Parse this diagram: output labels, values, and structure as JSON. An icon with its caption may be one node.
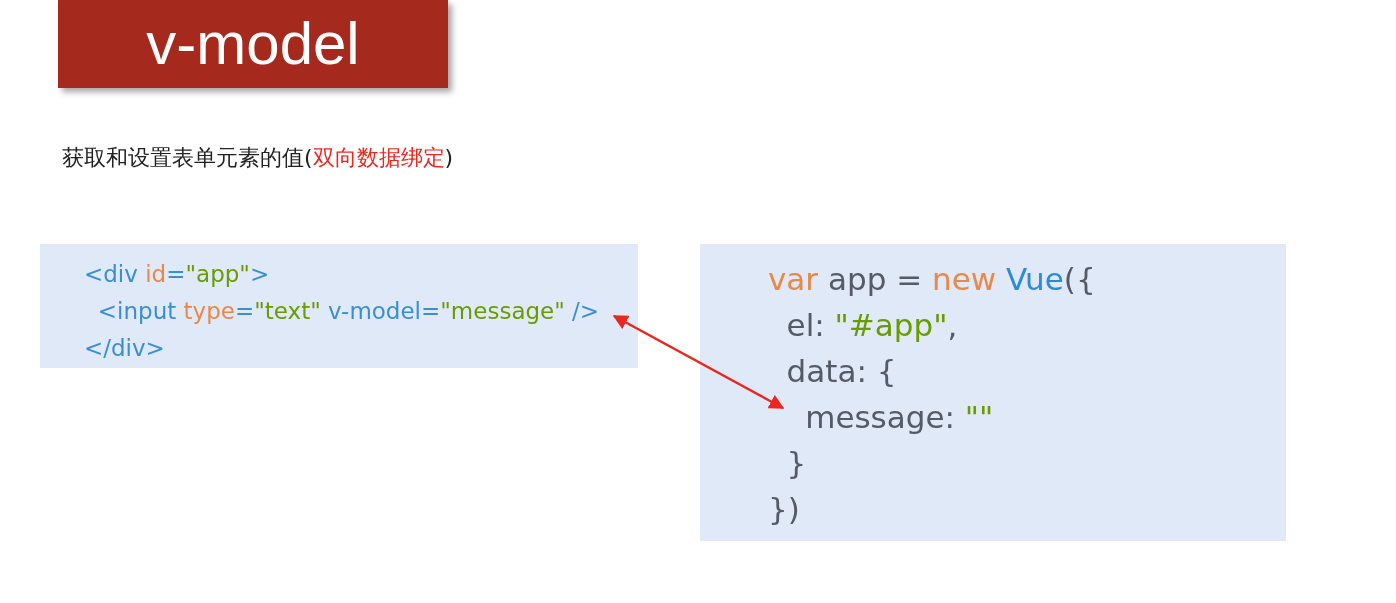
{
  "diagram": {
    "nodes": [
      {
        "text": [
          "v-model"
        ]
      },
      {
        "text": [
          "<div id=\"app\">",
          "<input type=\"text\" v-model=\"message\" />",
          "</div>"
        ]
      },
      {
        "text": [
          "var app = new Vue({",
          "el: \"#app\",",
          "data: {",
          "message: \"\"",
          "}",
          "})"
        ]
      }
    ],
    "edges": [
      {
        "from": 1,
        "to": 2,
        "arrow": "both",
        "color": "#e8281e"
      }
    ],
    "labels": [
      "获取和设置表单元素的值(双向数据绑定)"
    ]
  }
}
